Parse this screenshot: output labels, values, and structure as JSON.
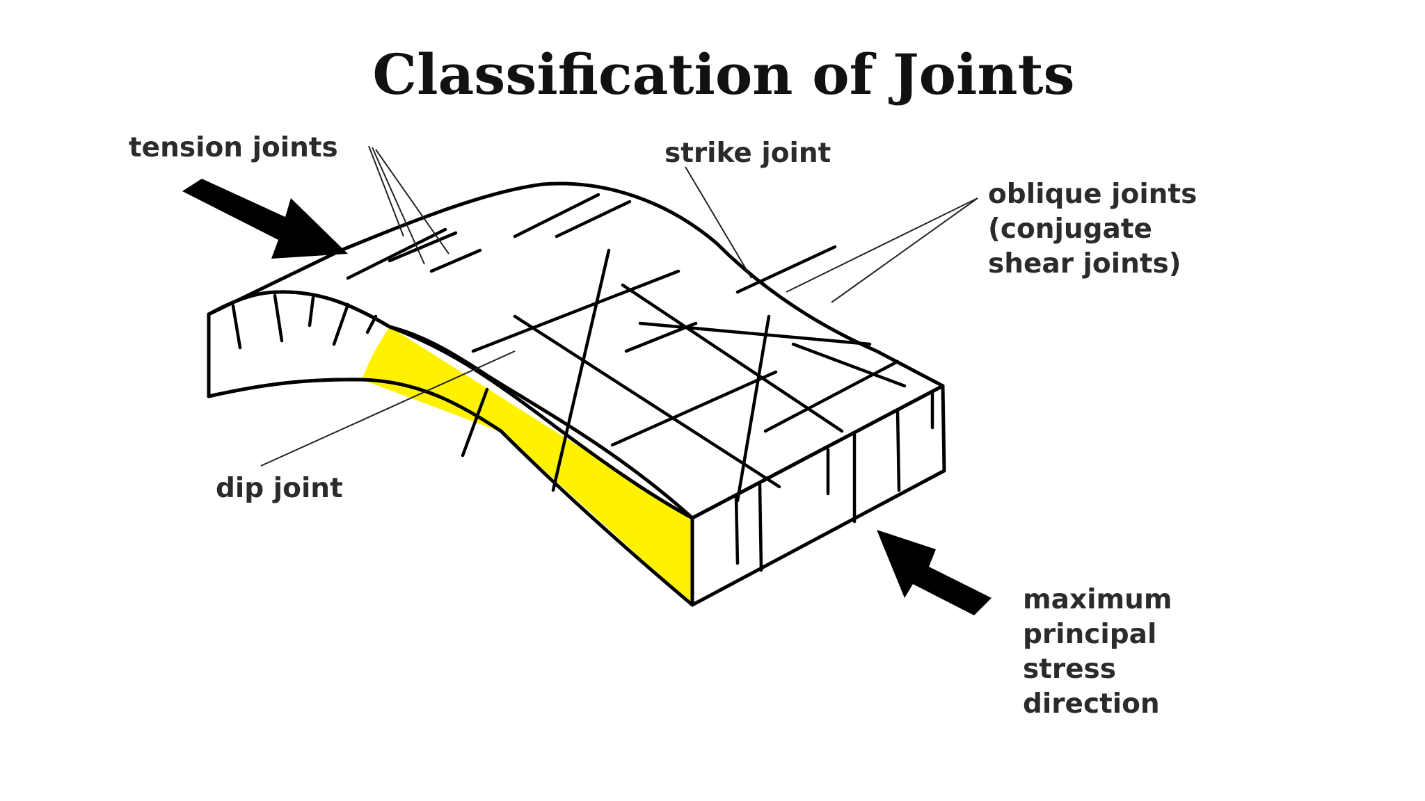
{
  "title": "Classification of Joints",
  "labels": {
    "tension_joints": "tension joints",
    "strike_joint": "strike joint",
    "oblique_joints": [
      "oblique joints",
      "(conjugate",
      "shear joints)"
    ],
    "dip_joint": "dip joint",
    "max_stress": [
      "maximum",
      "principal",
      "stress",
      "direction"
    ]
  },
  "colors": {
    "block_fill": "#FFF200",
    "top_fill": "#F8E82B",
    "outline": "#000000",
    "text": "#2b2b2b",
    "background": "#ffffff"
  },
  "icons": {
    "left_arrow": "arrow-icon",
    "right_arrow": "arrow-icon"
  }
}
